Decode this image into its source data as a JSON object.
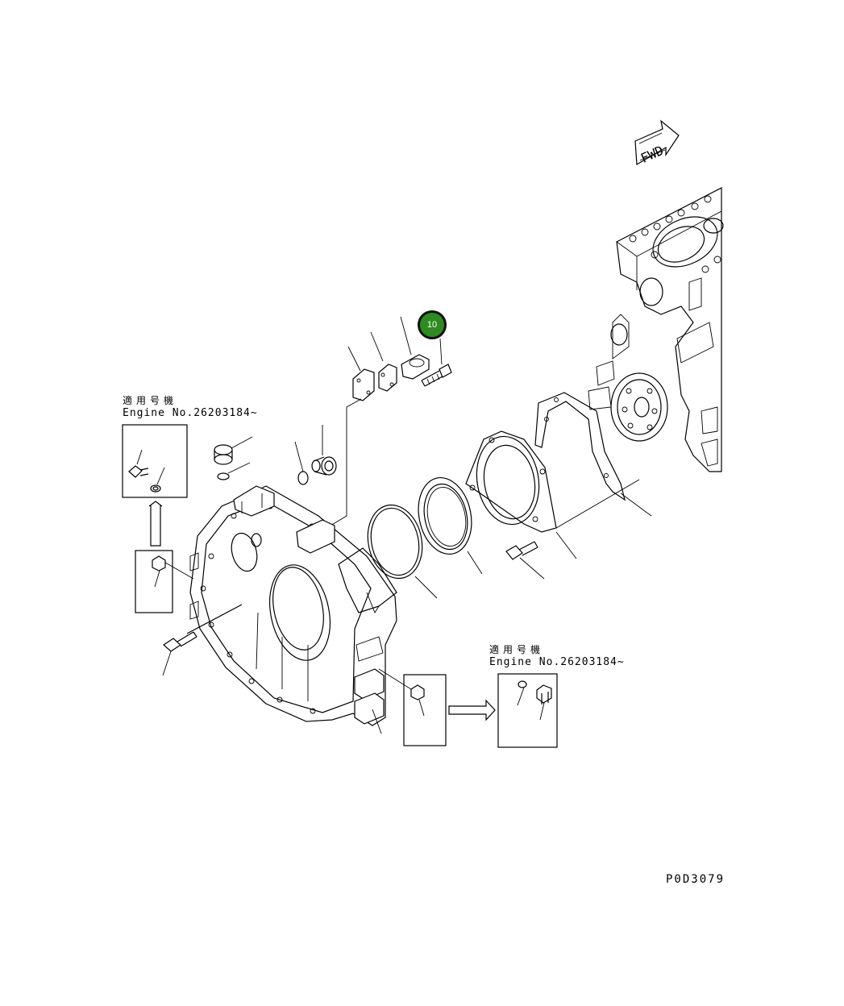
{
  "notes": [
    {
      "jp": "適用号機",
      "engine": "Engine No.26203184~"
    },
    {
      "jp": "適用号機",
      "engine": "Engine No.26203184~"
    }
  ],
  "fwd_label": "FWD",
  "marker": {
    "label": "10",
    "fill": "#2e8b22",
    "ring": "#111111"
  },
  "figure_code": "P0D3079"
}
